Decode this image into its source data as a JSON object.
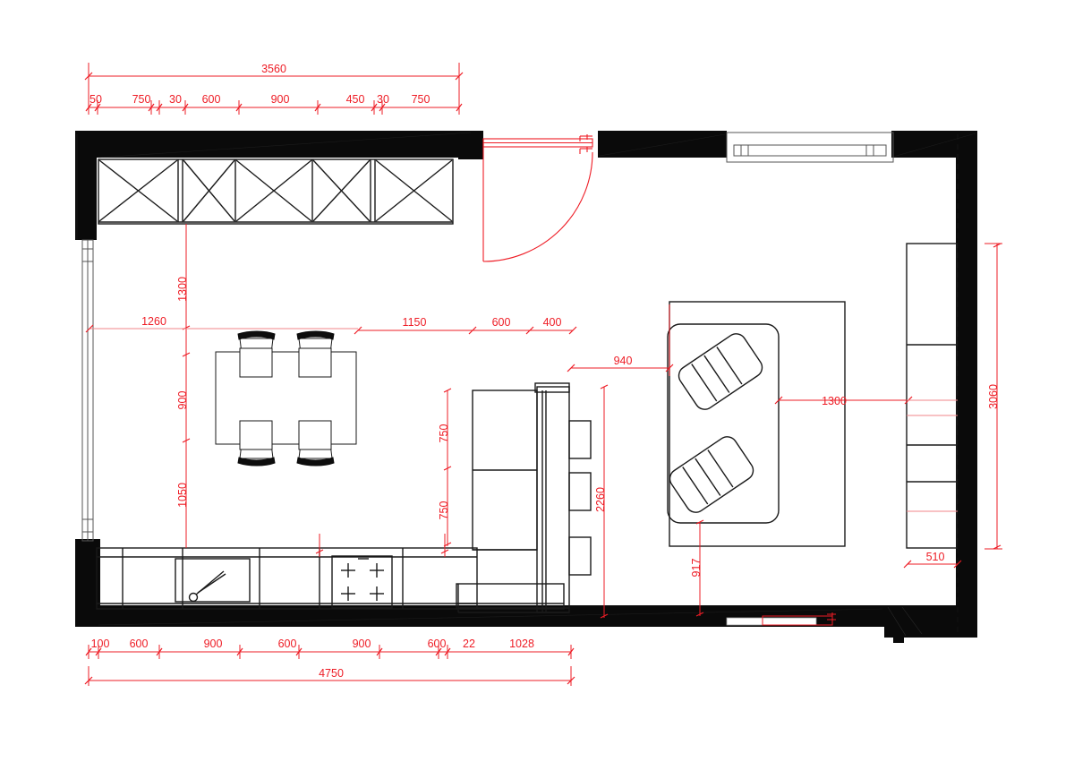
{
  "drawing": {
    "title": "Kitchen and living room floor plan",
    "units": "mm",
    "dimension_color": "#ee1c25",
    "wall_color": "#0a0a0a",
    "line_color": "#1a1a1a"
  },
  "dimensions": {
    "top_overall": {
      "label": "3560"
    },
    "top_chain": [
      {
        "label": "50"
      },
      {
        "label": "750"
      },
      {
        "label": "30"
      },
      {
        "label": "600"
      },
      {
        "label": "900"
      },
      {
        "label": "450"
      },
      {
        "label": "30"
      },
      {
        "label": "750"
      }
    ],
    "bottom_chain": [
      {
        "label": "100"
      },
      {
        "label": "600"
      },
      {
        "label": "900"
      },
      {
        "label": "600"
      },
      {
        "label": "900"
      },
      {
        "label": "600"
      },
      {
        "label": "22"
      },
      {
        "label": "1028"
      }
    ],
    "bottom_overall": {
      "label": "4750"
    },
    "left_chain": [
      {
        "label": "1300"
      },
      {
        "label": "900"
      },
      {
        "label": "1050"
      }
    ],
    "left_offset": {
      "label": "1260"
    },
    "middle_chain": [
      {
        "label": "1150"
      },
      {
        "label": "600"
      },
      {
        "label": "400"
      }
    ],
    "island_chain": [
      {
        "label": "750"
      },
      {
        "label": "750"
      }
    ],
    "island_overall": {
      "label": "2260"
    },
    "sofa_left_gap": {
      "label": "940"
    },
    "sofa_right_gap": {
      "label": "1300"
    },
    "sofa_bottom_gap": {
      "label": "917"
    },
    "right_overall": {
      "label": "3060"
    },
    "right_depth": {
      "label": "510"
    }
  },
  "elements": {
    "wall_cabinets": {
      "name": "upper wall cabinets",
      "segments": 5
    },
    "dining_table": {
      "name": "dining table",
      "chairs": 4
    },
    "kitchen_counter": {
      "name": "kitchen base counter run"
    },
    "sink": {
      "name": "sink with faucet"
    },
    "cooktop": {
      "name": "four burner cooktop"
    },
    "island": {
      "name": "kitchen island with tall unit"
    },
    "sofa": {
      "name": "two seat sofa on rug"
    },
    "shelving": {
      "name": "tall shelving unit"
    },
    "entry_door": {
      "name": "swing entry door"
    },
    "top_window": {
      "name": "window in top wall"
    },
    "left_window": {
      "name": "full height glazing in left wall"
    },
    "bottom_slider": {
      "name": "sliding door in bottom wall"
    }
  }
}
